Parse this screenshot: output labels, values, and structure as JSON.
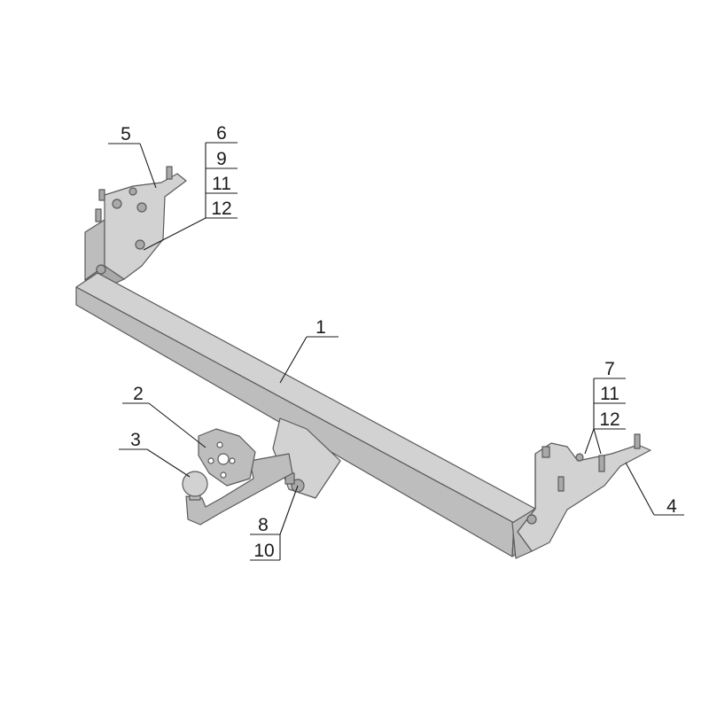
{
  "diagram": {
    "colors": {
      "metal_light": "#d2d2d2",
      "metal_mid": "#bdbdbd",
      "metal_dark": "#a9a9a9",
      "outline": "#5a5a5a",
      "line": "#1a1a1a"
    },
    "callouts": [
      {
        "id": "c1",
        "labels": [
          "1"
        ]
      },
      {
        "id": "c2",
        "labels": [
          "2"
        ]
      },
      {
        "id": "c3",
        "labels": [
          "3"
        ]
      },
      {
        "id": "c4",
        "labels": [
          "4"
        ]
      },
      {
        "id": "c5",
        "labels": [
          "5"
        ]
      },
      {
        "id": "c6",
        "labels": [
          "6",
          "9",
          "11",
          "12"
        ]
      },
      {
        "id": "c7",
        "labels": [
          "7",
          "11",
          "12"
        ]
      },
      {
        "id": "c8",
        "labels": [
          "8",
          "10"
        ]
      }
    ]
  }
}
